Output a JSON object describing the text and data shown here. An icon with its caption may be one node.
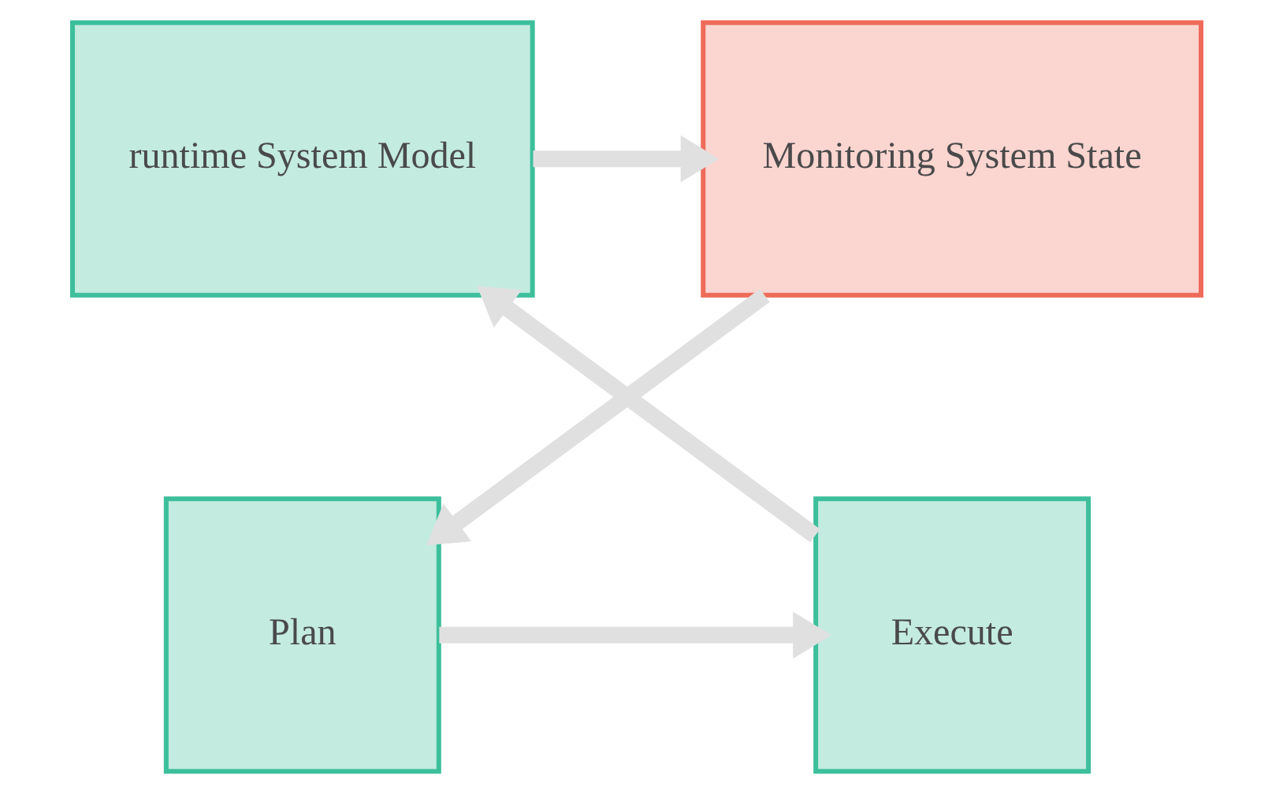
{
  "diagram": {
    "nodes": [
      {
        "text": [
          "runtime System Model"
        ]
      },
      {
        "text": [
          "Execute"
        ]
      },
      {
        "text": [
          "Monitoring System State"
        ]
      },
      {
        "text": [
          "Plan"
        ]
      }
    ],
    "edges": [
      {
        "from": 1,
        "to": 0,
        "arrow": "to"
      },
      {
        "from": 0,
        "to": 2,
        "arrow": "to"
      },
      {
        "from": 2,
        "to": 3,
        "arrow": "to"
      },
      {
        "from": 3,
        "to": 1,
        "arrow": "to"
      }
    ]
  }
}
